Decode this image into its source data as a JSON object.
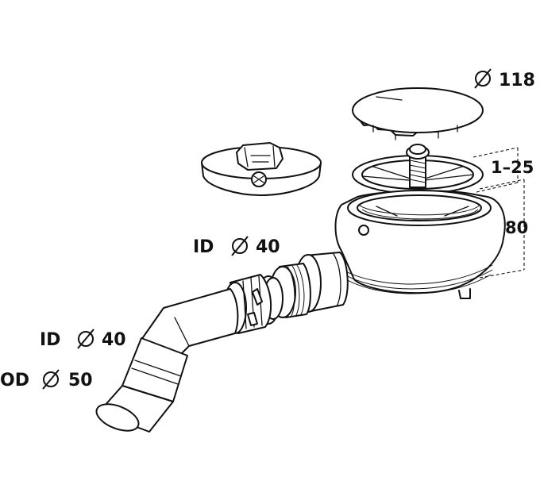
{
  "labels": {
    "cover_diameter": "118",
    "height_adjust": "1–25",
    "body_height": "80",
    "inlet_id_value": "40",
    "outlet_id_value": "40",
    "outlet_od_value": "50",
    "id_prefix_1": "ID",
    "id_prefix_2": "ID",
    "od_prefix": "OD"
  },
  "icons": {
    "diameter_symbol": "diameter-icon"
  }
}
